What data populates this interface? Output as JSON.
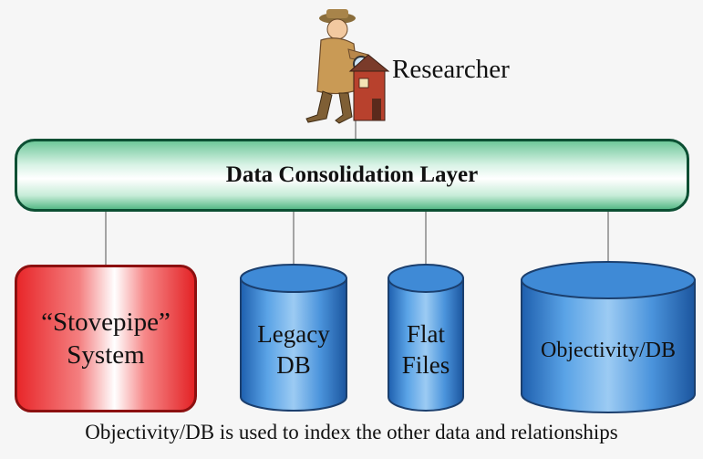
{
  "researcher": {
    "label": "Researcher",
    "icon": "researcher-figure-icon"
  },
  "layer": {
    "label": "Data Consolidation Layer",
    "color": "#5bbd8c",
    "border": "#0c4f33"
  },
  "sources": {
    "stovepipe": {
      "line1": "“Stovepipe”",
      "line2": "System",
      "color": "#e32326"
    },
    "legacy": {
      "line1": "Legacy",
      "line2": "DB",
      "color": "#2f7fd0"
    },
    "flat": {
      "line1": "Flat",
      "line2": "Files",
      "color": "#2f7fd0"
    },
    "objectivity": {
      "label": "Objectivity/DB",
      "color": "#2f7fd0"
    }
  },
  "caption": "Objectivity/DB is used to index the other data and relationships"
}
